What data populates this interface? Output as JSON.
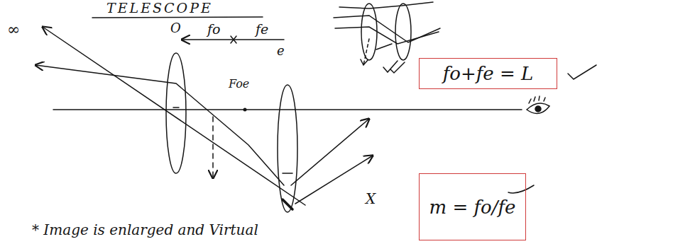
{
  "diagram": {
    "title": "TELESCOPE",
    "nodes": [
      {
        "text": [
          "fo+fe = L"
        ]
      },
      {
        "text": [
          "m = fo/fe"
        ]
      }
    ],
    "labels": [
      "∞",
      "O",
      "fo",
      "fe",
      "e",
      "Foe",
      "X",
      "* Image is enlarged and Virtual"
    ]
  }
}
